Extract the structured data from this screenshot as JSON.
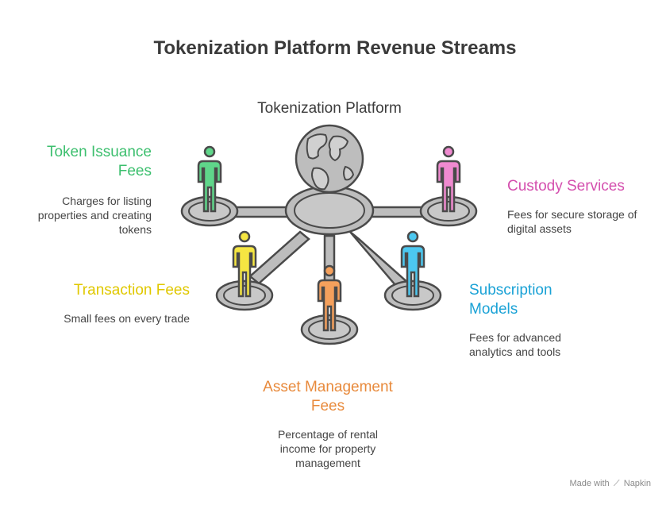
{
  "title": "Tokenization Platform Revenue Streams",
  "center": {
    "label": "Tokenization Platform"
  },
  "streams": [
    {
      "title": "Token Issuance Fees",
      "description": "Charges for listing properties and creating tokens",
      "color": "#3cbf6e"
    },
    {
      "title": "Custody Services",
      "description": "Fees for secure storage of digital assets",
      "color": "#d44fae"
    },
    {
      "title": "Transaction Fees",
      "description": "Small fees on every trade",
      "color": "#e0c800"
    },
    {
      "title": "Subscription Models",
      "description": "Fees for advanced analytics and tools",
      "color": "#1aa2d6"
    },
    {
      "title": "Asset Management Fees",
      "description": "Percentage of rental income for property management",
      "color": "#e88a3c"
    }
  ],
  "figure_colors": {
    "token_issuance": "#5fd68a",
    "custody": "#f08ad0",
    "transaction": "#f5e642",
    "subscription": "#4cc8f0",
    "asset_management": "#f4a05c",
    "platform": "#bdbdbd",
    "outline": "#4a4a4a"
  },
  "watermark": {
    "prefix": "Made with",
    "brand": "Napkin"
  }
}
